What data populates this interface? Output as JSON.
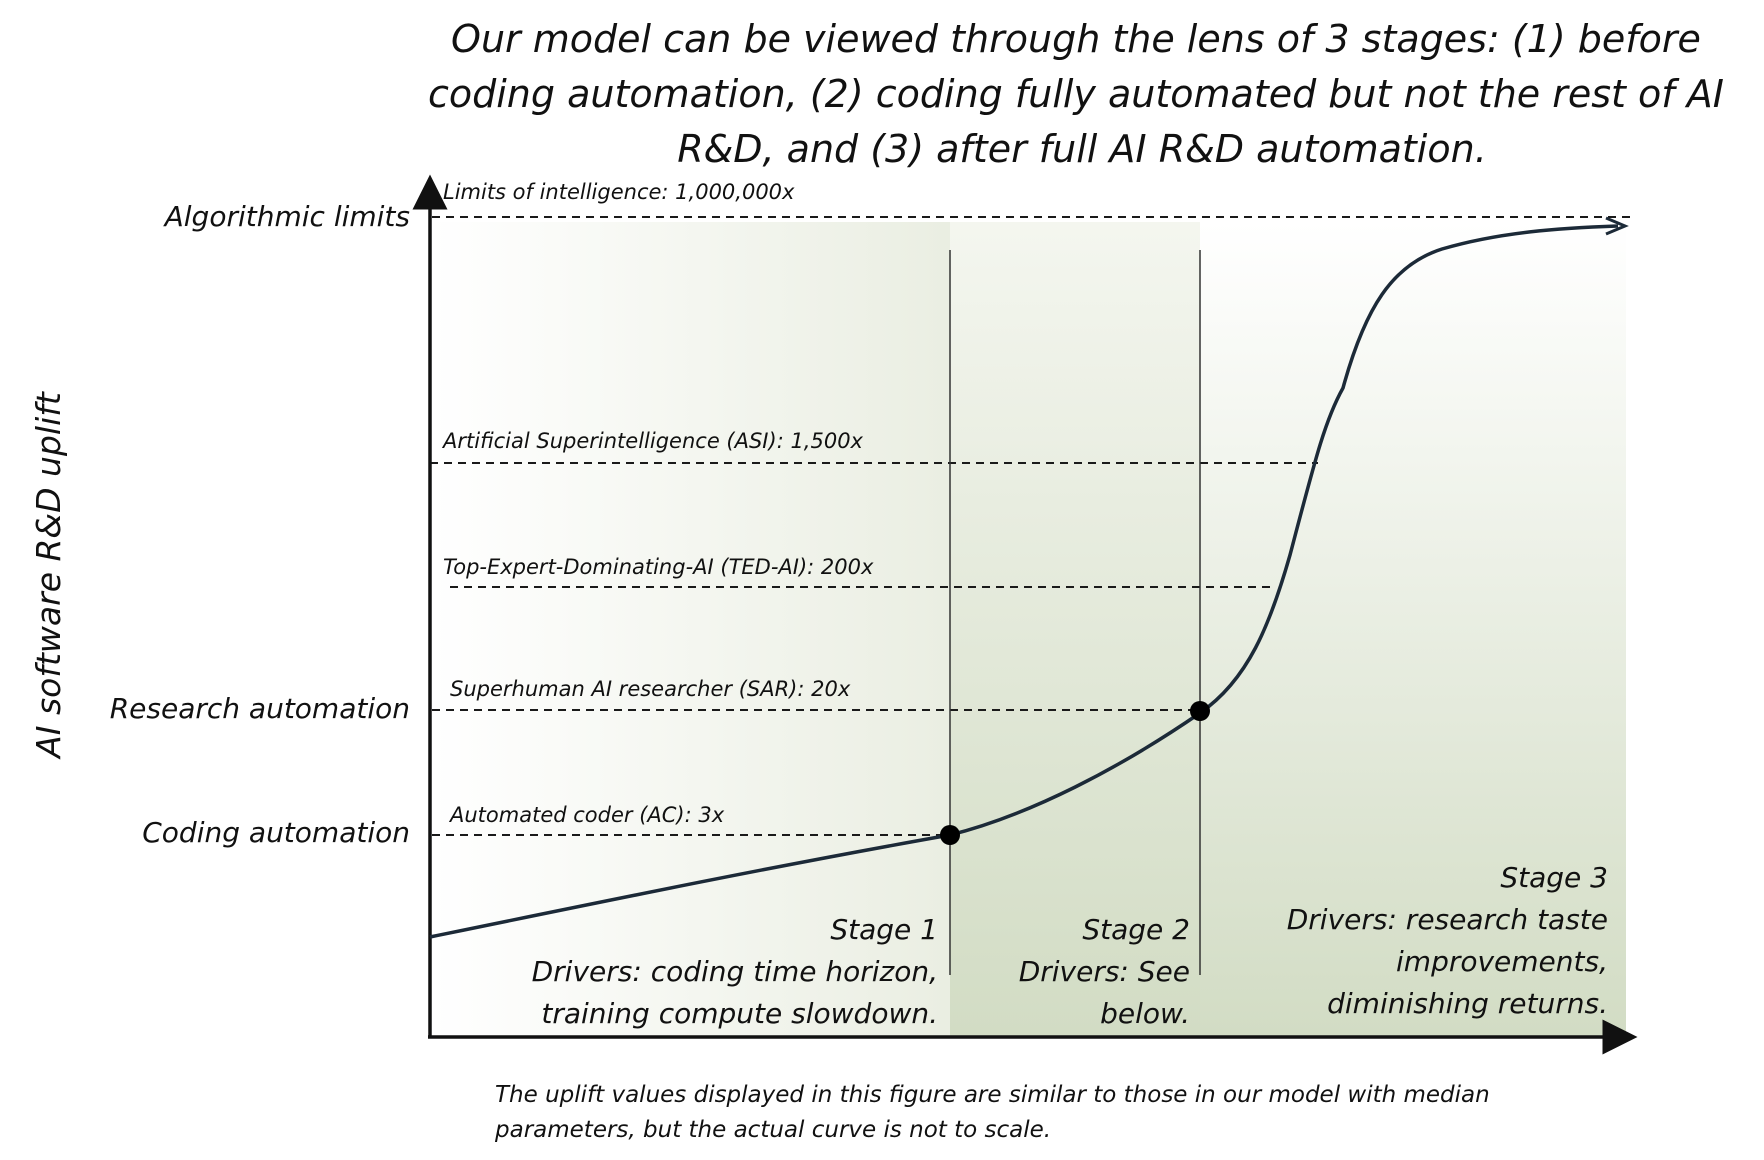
{
  "title": "Our model can be viewed through the lens of 3 stages: (1) before coding automation, (2) coding fully automated but not the rest of AI R&D, and (3) after full AI R&D automation.",
  "y_axis_label": "AI software R&D uplift",
  "y_levels": {
    "algorithmic_limits": "Algorithmic limits",
    "research_automation": "Research automation",
    "coding_automation": "Coding automation"
  },
  "milestones": {
    "limits": "Limits of intelligence: 1,000,000x",
    "asi": "Artificial Superintelligence (ASI): 1,500x",
    "ted_ai": "Top-Expert-Dominating-AI (TED-AI): 200x",
    "sar": "Superhuman AI researcher (SAR): 20x",
    "ac": "Automated coder (AC): 3x"
  },
  "stages": {
    "stage1": {
      "title": "Stage 1",
      "drivers_line1": "Drivers: coding time horizon,",
      "drivers_line2": "training compute slowdown."
    },
    "stage2": {
      "title": "Stage 2",
      "drivers_line1": "Drivers: See",
      "drivers_line2": "below."
    },
    "stage3": {
      "title": "Stage 3",
      "drivers_line1": "Drivers: research taste",
      "drivers_line2": "improvements,",
      "drivers_line3": "diminishing returns."
    }
  },
  "footnote": "The uplift values displayed in this figure are similar to those in our model with median parameters, but the actual curve is not to scale.",
  "colors": {
    "stage_fill": "#d2dcc4",
    "curve": "#1c2a38",
    "points": "#000000"
  }
}
